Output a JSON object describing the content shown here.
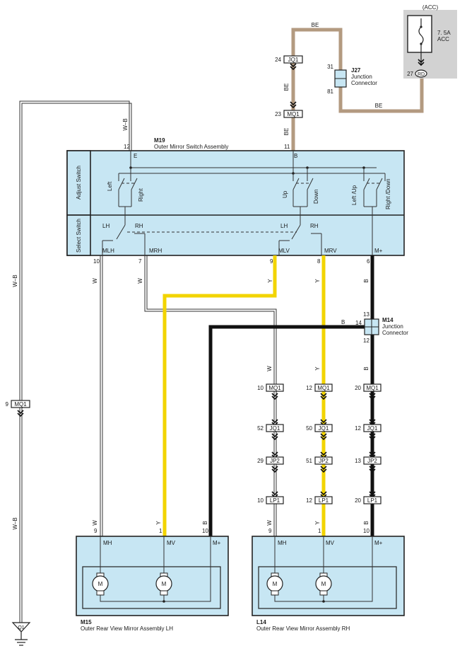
{
  "colors": {
    "yellow": "#f2d400",
    "black": "#111111",
    "beige": "#b39a80",
    "white_wire": "#f4f4f4",
    "module_fill": "#c7e6f3",
    "fuse_bg": "#d2d2d2"
  },
  "fuse": {
    "acc": "(ACC)",
    "rating": "7. 5A",
    "name": "ACC",
    "pin": "27",
    "conn": "RD"
  },
  "j27": {
    "code": "J27",
    "name1": "Junction",
    "name2": "Connector",
    "pin_top": "31",
    "pin_bottom": "81"
  },
  "m14": {
    "code": "M14",
    "name1": "Junction",
    "name2": "Connector",
    "pin_top": "13",
    "pin_left": "14",
    "pin_bottom": "12",
    "wire_label": "B"
  },
  "m19": {
    "code": "M19",
    "name": "Outer Mirror Switch Assembly",
    "pin_e_num": "12",
    "pin_e": "E",
    "pin_b_num": "11",
    "pin_b": "B",
    "adjust": "Adjust Switch",
    "select": "Select Switch",
    "sw_left": "Left",
    "sw_right": "Right",
    "sw_up": "Up",
    "sw_down": "Down",
    "sw_left_up": "Left /Up",
    "sw_right_down": "Right /Down",
    "lh1": "LH",
    "rh1": "RH",
    "lh2": "LH",
    "rh2": "RH",
    "out_mlh": "MLH",
    "out_mrh": "MRH",
    "out_mlv": "MLV",
    "out_mrv": "MRV",
    "out_mplus": "M+",
    "pin_mlh": "10",
    "pin_mrh": "7",
    "pin_mlv": "9",
    "pin_mrv": "8",
    "pin_mplus": "6"
  },
  "top_wires": {
    "be1": "BE",
    "be2": "BE",
    "be3": "BE",
    "be4": "BE",
    "jq1_pin": "24",
    "jq1": "JQ1",
    "mq1_pin": "23",
    "mq1": "MQ1"
  },
  "wire_labels": {
    "w_b_top": "W–B",
    "w_b_mid": "W–B",
    "w_b_low": "W–B",
    "w1": "W",
    "w2": "W",
    "y1": "Y",
    "b1": "B",
    "w3": "W",
    "y2": "Y",
    "b2": "B"
  },
  "left_conn": {
    "pin": "9",
    "name": "MQ1"
  },
  "ground": {
    "name": "Q1"
  },
  "right_chain": [
    {
      "w_pin": "10",
      "y_pin": "12",
      "b_pin": "20",
      "name": "MQ1"
    },
    {
      "w_pin": "52",
      "y_pin": "50",
      "b_pin": "12",
      "name": "JQ1"
    },
    {
      "w_pin": "29",
      "y_pin": "51",
      "b_pin": "13",
      "name": "JP2"
    },
    {
      "w_pin": "10",
      "y_pin": "12",
      "b_pin": "20",
      "name": "LP1"
    }
  ],
  "m15": {
    "code": "M15",
    "name": "Outer Rear View Mirror Assembly LH",
    "w": "W",
    "y": "Y",
    "b": "B",
    "pin_mh": "9",
    "pin_mv": "1",
    "pin_mp": "10",
    "mh": "MH",
    "mv": "MV",
    "mp": "M+",
    "motor1": "M",
    "motor2": "M"
  },
  "l14": {
    "code": "L14",
    "name": "Outer Rear View Mirror Assembly RH",
    "w": "W",
    "y": "Y",
    "b": "B",
    "pin_mh": "9",
    "pin_mv": "1",
    "pin_mp": "10",
    "mh": "MH",
    "mv": "MV",
    "mp": "M+",
    "motor1": "M",
    "motor2": "M"
  }
}
